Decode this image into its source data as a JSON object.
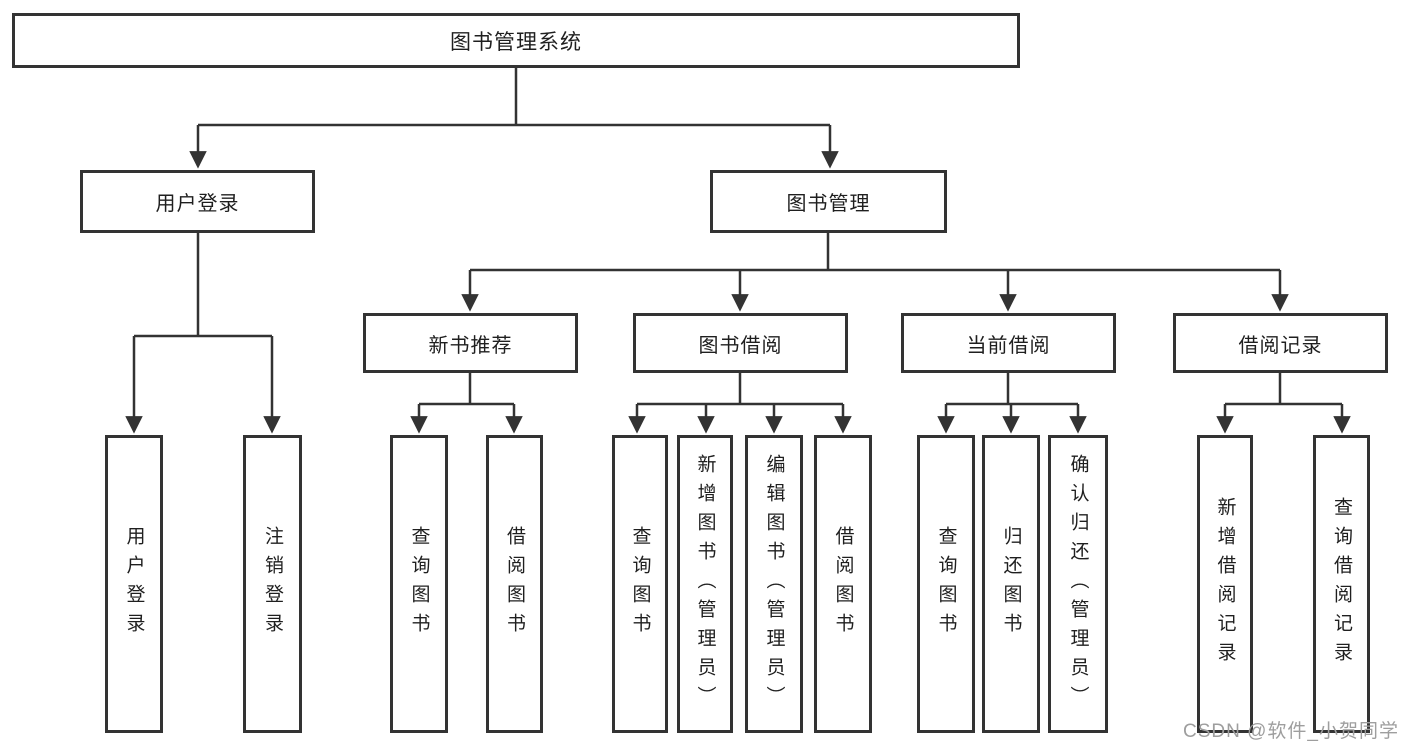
{
  "diagram": {
    "type": "hierarchy-tree",
    "root": {
      "label": "图书管理系统"
    },
    "branches": [
      {
        "label": "用户登录",
        "leaves": [
          "用户登录",
          "注销登录"
        ]
      },
      {
        "label": "图书管理",
        "sections": [
          {
            "label": "新书推荐",
            "leaves": [
              "查询图书",
              "借阅图书"
            ]
          },
          {
            "label": "图书借阅",
            "leaves": [
              "查询图书",
              "新增图书（管理员）",
              "编辑图书（管理员）",
              "借阅图书"
            ]
          },
          {
            "label": "当前借阅",
            "leaves": [
              "查询图书",
              "归还图书",
              "确认归还（管理员）"
            ]
          },
          {
            "label": "借阅记录",
            "leaves": [
              "新增借阅记录",
              "查询借阅记录"
            ]
          }
        ]
      }
    ]
  },
  "watermark": {
    "text": "CSDN @软件_小贺同学",
    "color": "#9e9e9e"
  },
  "colors": {
    "line": "#333333",
    "box_border": "#333333",
    "text": "#1f1f1f",
    "background": "#ffffff"
  }
}
